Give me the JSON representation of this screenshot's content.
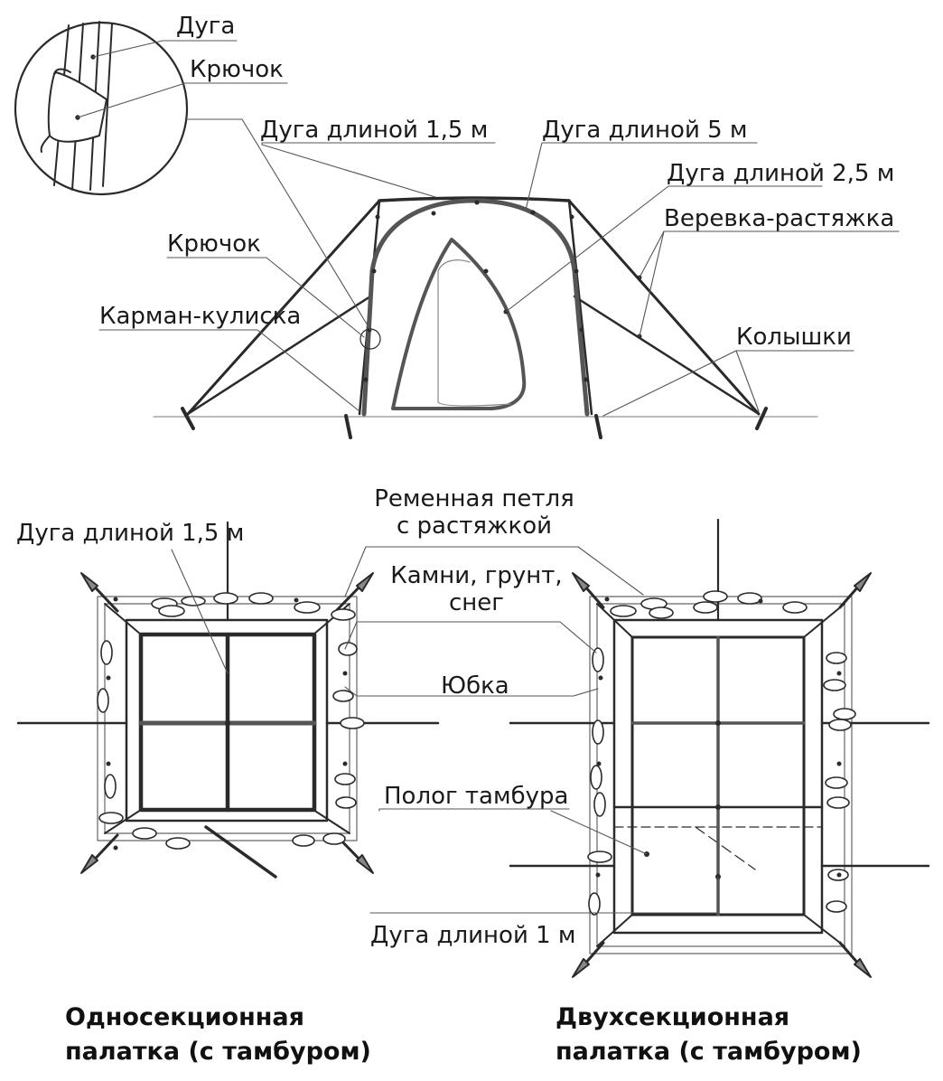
{
  "side_view": {
    "labels": {
      "arc": "Дуга",
      "hook_inset": "Крючок",
      "arc_1_5": "Дуга длиной 1,5 м",
      "arc_5": "Дуга длиной 5 м",
      "arc_2_5": "Дуга длиной 2,5 м",
      "guy_rope": "Веревка-растяжка",
      "hook": "Крючок",
      "sleeve_pocket": "Карман-кулиска",
      "pegs": "Колышки"
    }
  },
  "plan_view": {
    "labels": {
      "arc_1_5": "Дуга длиной 1,5 м",
      "strap_loop_line1": "Ременная петля",
      "strap_loop_line2": "с растяжкой",
      "stones_line1": "Камни, грунт,",
      "stones_line2": "снег",
      "skirt": "Юбка",
      "vestibule_fly": "Полог тамбура",
      "arc_1": "Дуга длиной 1 м"
    }
  },
  "captions": {
    "single": {
      "line1": "Односекционная",
      "line2": "палатка (с тамбуром)"
    },
    "double": {
      "line1": "Двухсекционная",
      "line2": "палатка (с тамбуром)"
    }
  }
}
